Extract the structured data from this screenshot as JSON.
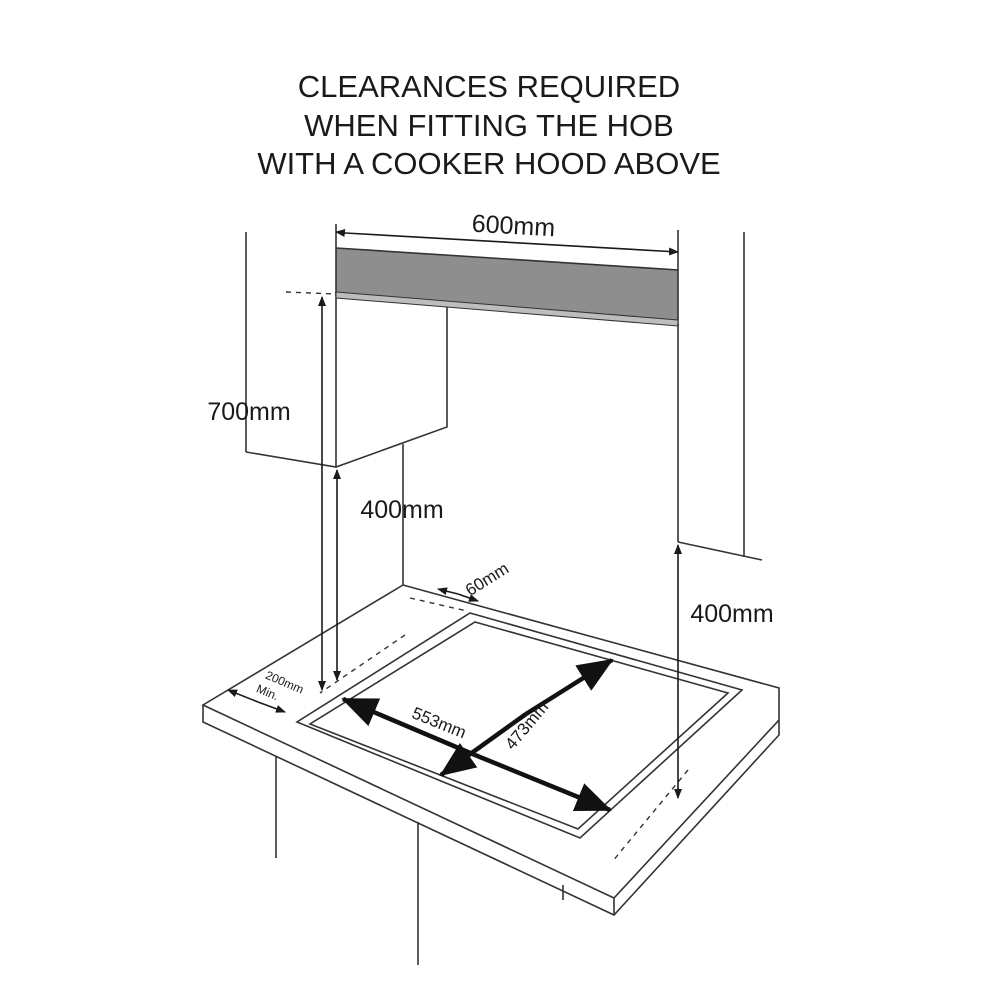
{
  "title": {
    "line1": "CLEARANCES REQUIRED",
    "line2": "WHEN FITTING THE HOB",
    "line3": "WITH A COOKER HOOD ABOVE"
  },
  "dimensions": {
    "hood_width": "600mm",
    "cabinet_height": "700mm",
    "left_clearance": "400mm",
    "right_clearance": "400mm",
    "rear_gap": "60mm",
    "side_gap_top": "200mm",
    "side_gap_bottom": "Min.",
    "cutout_width": "553mm",
    "cutout_depth": "473mm"
  },
  "colors": {
    "hood_fill": "#8e8e8e",
    "line": "#333333"
  }
}
